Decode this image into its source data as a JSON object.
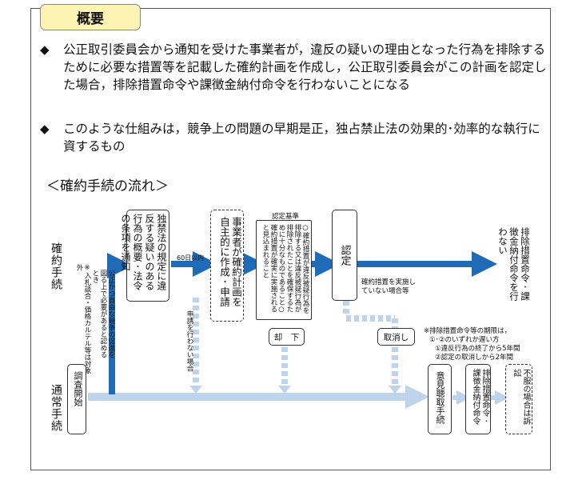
{
  "header": {
    "tab_title": "概要"
  },
  "bullets": [
    {
      "marker": "◆",
      "text": "公正取引委員会から通知を受けた事業者が，違反の疑いの理由となった行為を排除するために必要な措置等を記載した確約計画を作成し，公正取引委員会がこの計画を認定した場合，排除措置命令や課徴金納付命令を行わないことになる"
    },
    {
      "marker": "◆",
      "text": "このような仕組みは，競争上の問題の早期是正，独占禁止法の効果的･効率的な執行に資するもの"
    }
  ],
  "flow": {
    "title": "＜確約手続の流れ＞",
    "row_kakuyaku": "確約手続",
    "row_tsujo": "通常手続",
    "note_target": "公正かつ自由な競争の促進を図る上で必要があると認めるとき",
    "note_excluded": "※入札談合・価格カルテル等は対象外",
    "box_notify": "独禁法の規定に違反する疑いのある行為の概要･法令の条項を通知",
    "label_60days": "60日以内",
    "label_no_apply": "申請を行わない場合",
    "box_plan": "事業者が確約計画を自主的に作成･申請",
    "criteria_title": "認定基準",
    "criteria_text": "○確約措置が違反被疑行為を排除する又は違反被疑行為が排除されたことを確保するために十分なものであること○確約措置が確実に実施されると見込まれること",
    "button_reject": "却　下",
    "box_approve": "認定",
    "label_not_done": "確約措置を実施していない場合等",
    "button_cancel": "取消し",
    "result_text": "排除措置命令･課徴金納付命令を行わない",
    "note_period_title": "※排除措置命令等の期限は，",
    "note_period_1": "①･②のいずれか遅い方",
    "note_period_2": "①違反行為の終了から5年間",
    "note_period_3": "②認定の取消しから2年間",
    "box_investigation": "調査開始",
    "box_hearing": "意見聴取手続",
    "box_order": "排除措置命令･課徴金納付命令",
    "box_lawsuit": "不服の場合は訴訟"
  },
  "colors": {
    "solid_arrow": "#1f6bb8",
    "light_arrow": "#bed3ec",
    "tab_fill": "#fdf3b3"
  }
}
